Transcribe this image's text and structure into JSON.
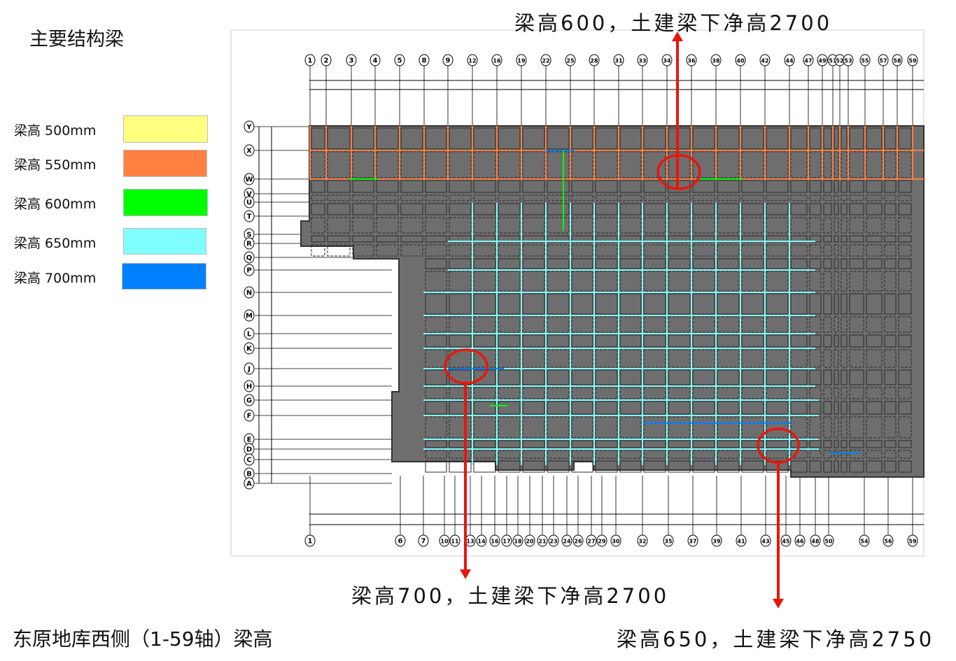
{
  "title": "主要结构梁",
  "legend": [
    {
      "label": "梁高  500mm",
      "color": "#FFFF80"
    },
    {
      "label": "梁高  550mm",
      "color": "#FF8040"
    },
    {
      "label": "梁高  600mm",
      "color": "#00FF00"
    },
    {
      "label": "梁高  650mm",
      "color": "#80FFFF"
    },
    {
      "label": "梁高  700mm",
      "color": "#0080FF"
    }
  ],
  "callouts": {
    "top": "梁高600，土建梁下净高2700",
    "middle": "梁高700，土建梁下净高2700",
    "right": "梁高650，土建梁下净高2750"
  },
  "caption": "东原地库西侧（1-59轴）梁高",
  "plan": {
    "top_axes": [
      "1",
      "2",
      "3",
      "4",
      "5",
      "8",
      "9",
      "12",
      "16",
      "19",
      "22",
      "25",
      "28",
      "31",
      "33",
      "34",
      "36",
      "38",
      "40",
      "42",
      "44",
      "47",
      "49",
      "51",
      "52",
      "53",
      "55",
      "57",
      "58",
      "59"
    ],
    "bottom_axes": [
      "1",
      "6",
      "7",
      "10",
      "11",
      "13",
      "14",
      "16",
      "17",
      "18",
      "20",
      "21",
      "23",
      "24",
      "26",
      "27",
      "29",
      "30",
      "32",
      "35",
      "37",
      "39",
      "41",
      "43",
      "45",
      "46",
      "48",
      "50",
      "54",
      "56",
      "59"
    ],
    "row_axes": [
      "Y",
      "X",
      "W",
      "V",
      "U",
      "T",
      "S",
      "R",
      "Q",
      "P",
      "N",
      "M",
      "L",
      "K",
      "J",
      "H",
      "G",
      "F",
      "E",
      "D",
      "C",
      "B",
      "A"
    ],
    "colors": {
      "slab": "#6E6E6E",
      "highlight": "#E8160C"
    }
  }
}
